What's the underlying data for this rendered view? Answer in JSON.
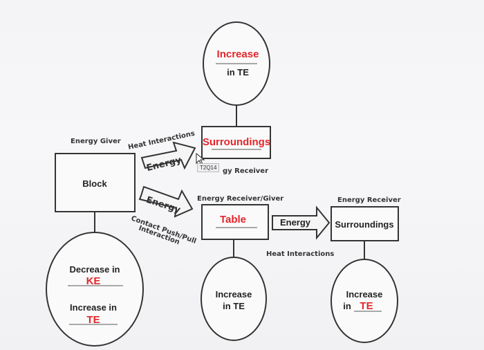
{
  "nodes": {
    "top_circle": {
      "line1": "Increase",
      "line2": "in TE"
    },
    "surroundings_top": {
      "label": "Surroundings"
    },
    "block": {
      "label": "Block"
    },
    "table": {
      "label": "Table"
    },
    "surroundings_right": {
      "label": "Surroundings"
    },
    "table_circle": {
      "line1": "Increase",
      "line2": "in TE"
    },
    "right_circle": {
      "line1": "Increase",
      "line2": "in",
      "line3": "TE"
    },
    "left_circle": {
      "line1": "Decrease in",
      "line2": "KE",
      "line3": "Increase in",
      "line4": "TE"
    }
  },
  "labels": {
    "energy_giver": "Energy Giver",
    "energy_receiver_top": "gy Receiver",
    "energy_receiver_giver": "Energy Receiver/Giver",
    "energy_receiver_right": "Energy Receiver",
    "heat_interactions_top": "Heat Interactions",
    "heat_interactions_bottom": "Heat Interactions",
    "contact_push_pull_1": "Contact Push/Pull",
    "contact_push_pull_2": "Interaction"
  },
  "arrows": {
    "arrow_top": "Energy",
    "arrow_middle": "Energy",
    "arrow_right": "Energy"
  },
  "tooltip": "T2Q14",
  "colors": {
    "accent_red": "#e4262a",
    "box_border": "#333333"
  }
}
